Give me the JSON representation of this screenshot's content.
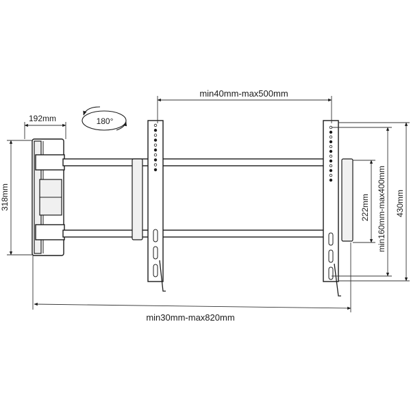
{
  "dimensions": {
    "vertical_spacing": "min40mm-max500mm",
    "wall_plate_depth": "192mm",
    "rotation": "180°",
    "wall_plate_height": "318mm",
    "clamp_height": "222mm",
    "horizontal_spacing": "min160mm-max400mm",
    "arm_height": "430mm",
    "extension": "min30mm-max820mm"
  },
  "colors": {
    "line": "#1a1a1a",
    "background": "#ffffff"
  }
}
